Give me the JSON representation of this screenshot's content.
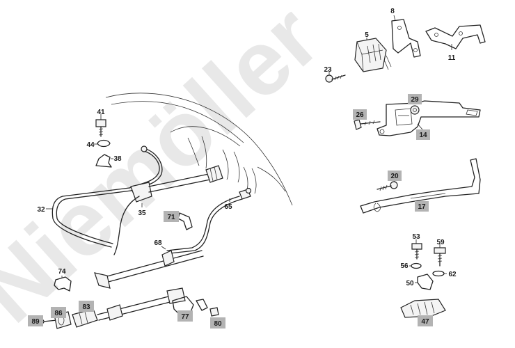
{
  "watermark": "Niemöller",
  "labels": {
    "p5": "5",
    "p8": "8",
    "p11": "11",
    "p23": "23",
    "p29": "29",
    "p26": "26",
    "p14": "14",
    "p20": "20",
    "p17": "17",
    "p41": "41",
    "p44": "44",
    "p38": "38",
    "p32": "32",
    "p35": "35",
    "p65": "65",
    "p71": "71",
    "p68": "68",
    "p74": "74",
    "p53": "53",
    "p59": "59",
    "p56": "56",
    "p62": "62",
    "p50": "50",
    "p47": "47",
    "p86": "86",
    "p83": "83",
    "p89": "89",
    "p77": "77",
    "p80": "80"
  },
  "highlighted_parts": [
    "26",
    "29",
    "14",
    "20",
    "17",
    "71",
    "86",
    "83",
    "89",
    "77",
    "80",
    "47"
  ],
  "colors": {
    "highlight": "#b3b3b3",
    "line": "#222222",
    "watermark": "#d6d6d6"
  }
}
